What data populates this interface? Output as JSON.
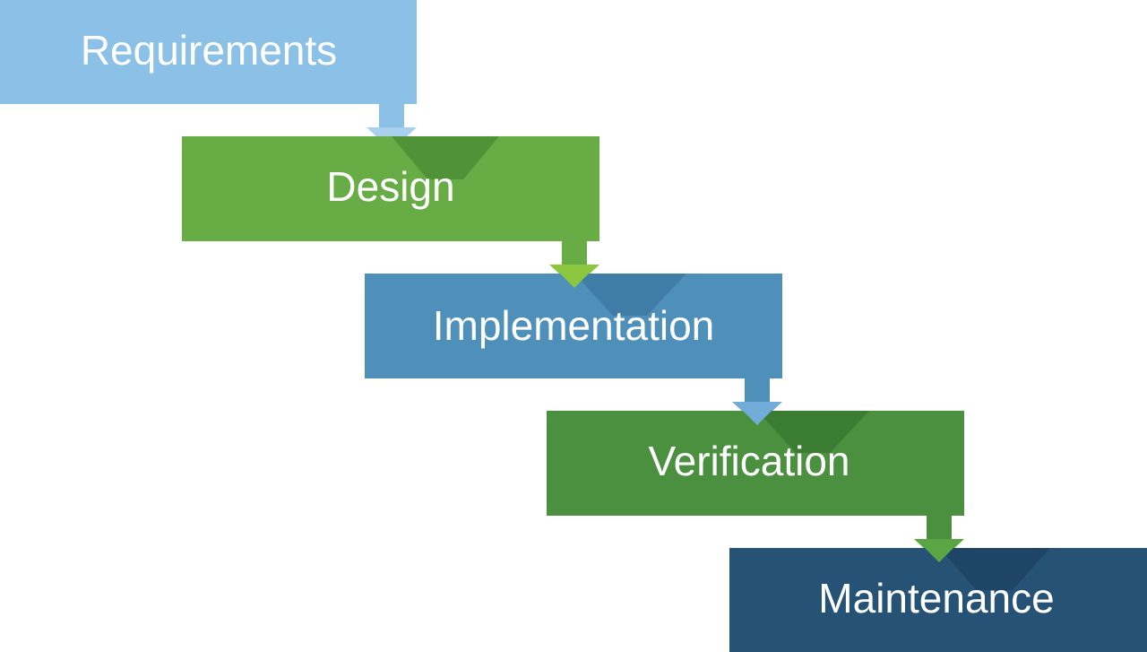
{
  "diagram": {
    "type": "waterfall-process",
    "stages": [
      {
        "label": "Requirements",
        "color": "#8bc1e6",
        "arrow_color": "#a9d1ee",
        "shade_color": "#6aa6d2"
      },
      {
        "label": "Design",
        "color": "#67ac45",
        "arrow_color": "#8cc63f",
        "shade_color": "#3e7e2e"
      },
      {
        "label": "Implementation",
        "color": "#4f90ba",
        "arrow_color": "#72acd8",
        "shade_color": "#356d96"
      },
      {
        "label": "Verification",
        "color": "#4b903f",
        "arrow_color": "#5aa544",
        "shade_color": "#2f6b2a"
      },
      {
        "label": "Maintenance",
        "color": "#265275",
        "arrow_color": "#265275",
        "shade_color": "#18395a"
      }
    ]
  }
}
